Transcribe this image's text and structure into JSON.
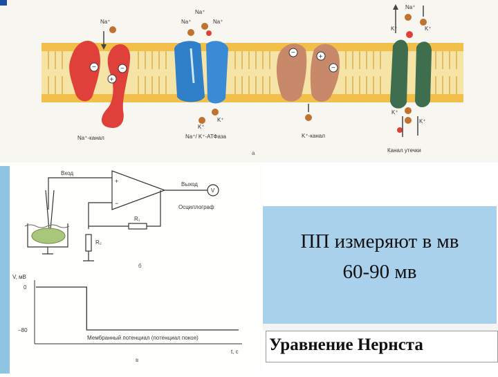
{
  "membrane": {
    "ion_na": "Na⁺",
    "ion_k": "K⁺",
    "ion_na_k": "Na⁺ / K⁺",
    "label_na_channel": "Na⁺-канал",
    "label_pump": "Na⁺/ K⁺-АТФаза",
    "label_k_channel": "K⁺-канал",
    "label_leak": "Канал утечки",
    "panel_letter": "a"
  },
  "circuit": {
    "input_label": "Вход",
    "output_label": "Выход",
    "scope_label": "Осциллограф",
    "voltmeter_symbol": "V",
    "r1_label": "R₁",
    "r2_label": "R₂",
    "plus_sign": "+",
    "minus_sign": "−",
    "panel_letter": "б"
  },
  "graph": {
    "ylabel": "V, мВ",
    "y_tick_zero": "0",
    "y_tick_low": "−80",
    "xlabel": "t, с",
    "trace_label": "Мембранный потенциал (потенциал покоя)",
    "panel_letter": "в"
  },
  "chart_data": {
    "type": "line",
    "title": "",
    "xlabel": "t, с",
    "ylabel": "V, мВ",
    "yticks": [
      0,
      -80
    ],
    "series": [
      {
        "name": "Мембранный потенциал (потенциал покоя)",
        "x": [
          0,
          1,
          1,
          4
        ],
        "y": [
          0,
          0,
          -80,
          -80
        ]
      }
    ]
  },
  "info": {
    "line1": "ПП измеряют в мв",
    "line2": "60-90 мв"
  },
  "nernst": {
    "title": "Уравнение Нернста"
  },
  "colors": {
    "na_channel": "#e0403a",
    "pump": "#2f7fc9",
    "k_channel": "#c8896b",
    "leak_channel": "#3f6e4e",
    "lipid_head": "#f2c04a",
    "info_bg": "#a9d1ec"
  }
}
